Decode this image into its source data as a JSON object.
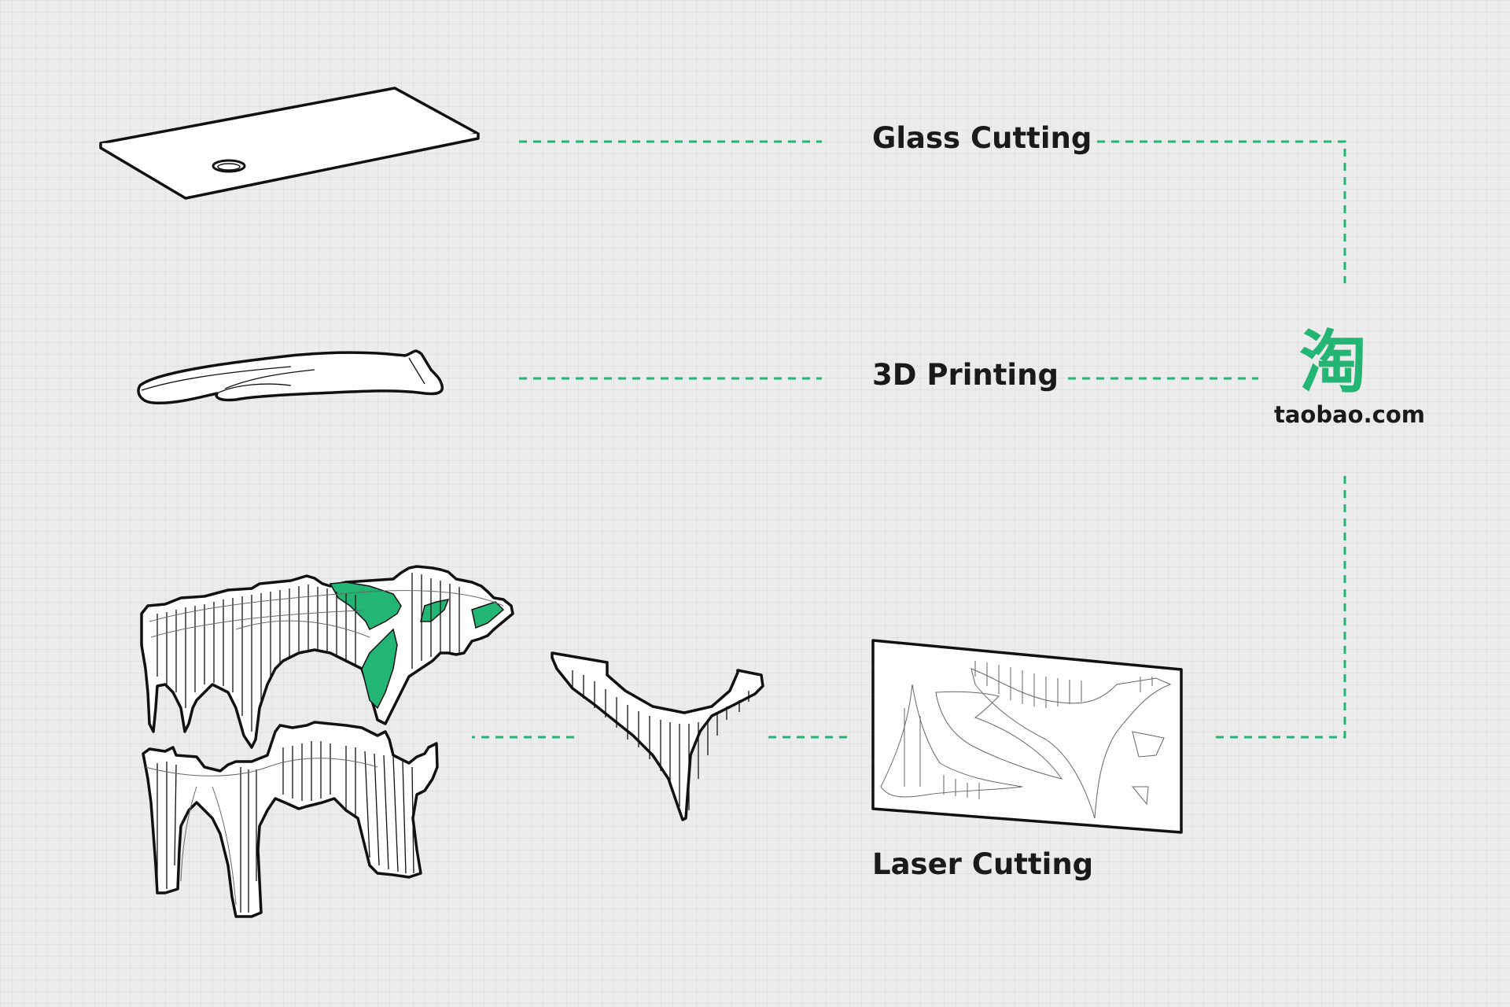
{
  "labels": {
    "glass": "Glass Cutting",
    "printing": "3D Printing",
    "laser": "Laser Cutting"
  },
  "supplier": {
    "logo_glyph": "淘",
    "domain": "taobao.com"
  },
  "colors": {
    "accent": "#22b573",
    "background": "#ececec",
    "ink": "#111111"
  },
  "icons": [
    "glass-tabletop-icon",
    "printed-part-icon",
    "table-assembly-icon",
    "leg-piece-icon",
    "laser-sheet-icon"
  ]
}
